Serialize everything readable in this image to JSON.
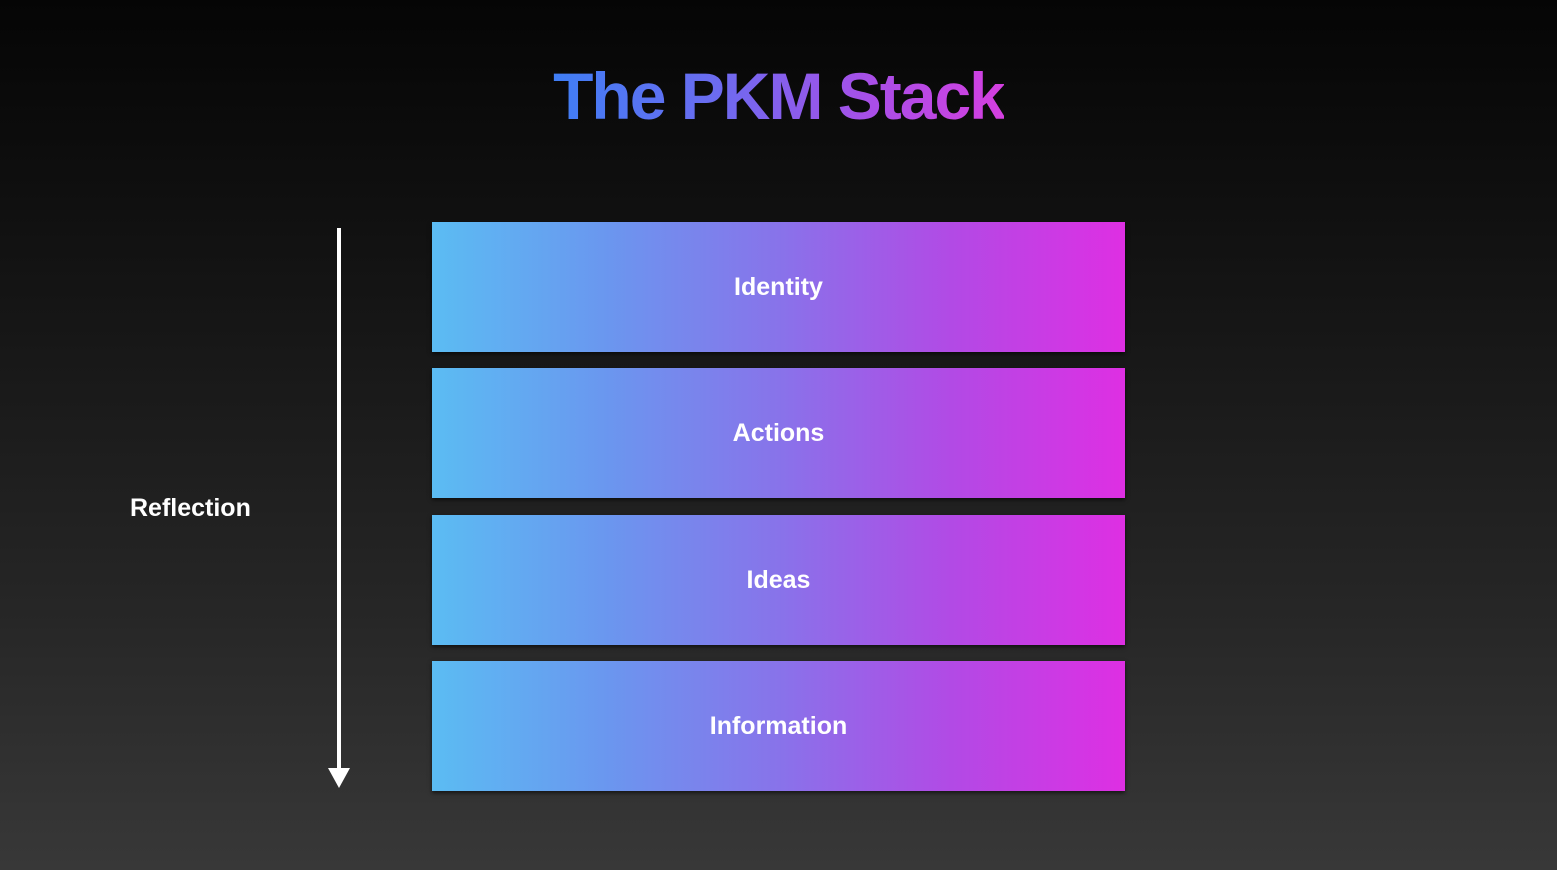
{
  "title": "The PKM Stack",
  "layers": [
    {
      "label": "Identity"
    },
    {
      "label": "Actions"
    },
    {
      "label": "Ideas"
    },
    {
      "label": "Information"
    }
  ],
  "side_label": "Reflection",
  "colors": {
    "gradient_start": "#5bbcf3",
    "gradient_end": "#de2fe3",
    "title_start": "#3f7ef5",
    "title_end": "#d43fe0",
    "arrow": "#ffffff"
  },
  "icons": {
    "arrow": "arrow-down-icon"
  }
}
